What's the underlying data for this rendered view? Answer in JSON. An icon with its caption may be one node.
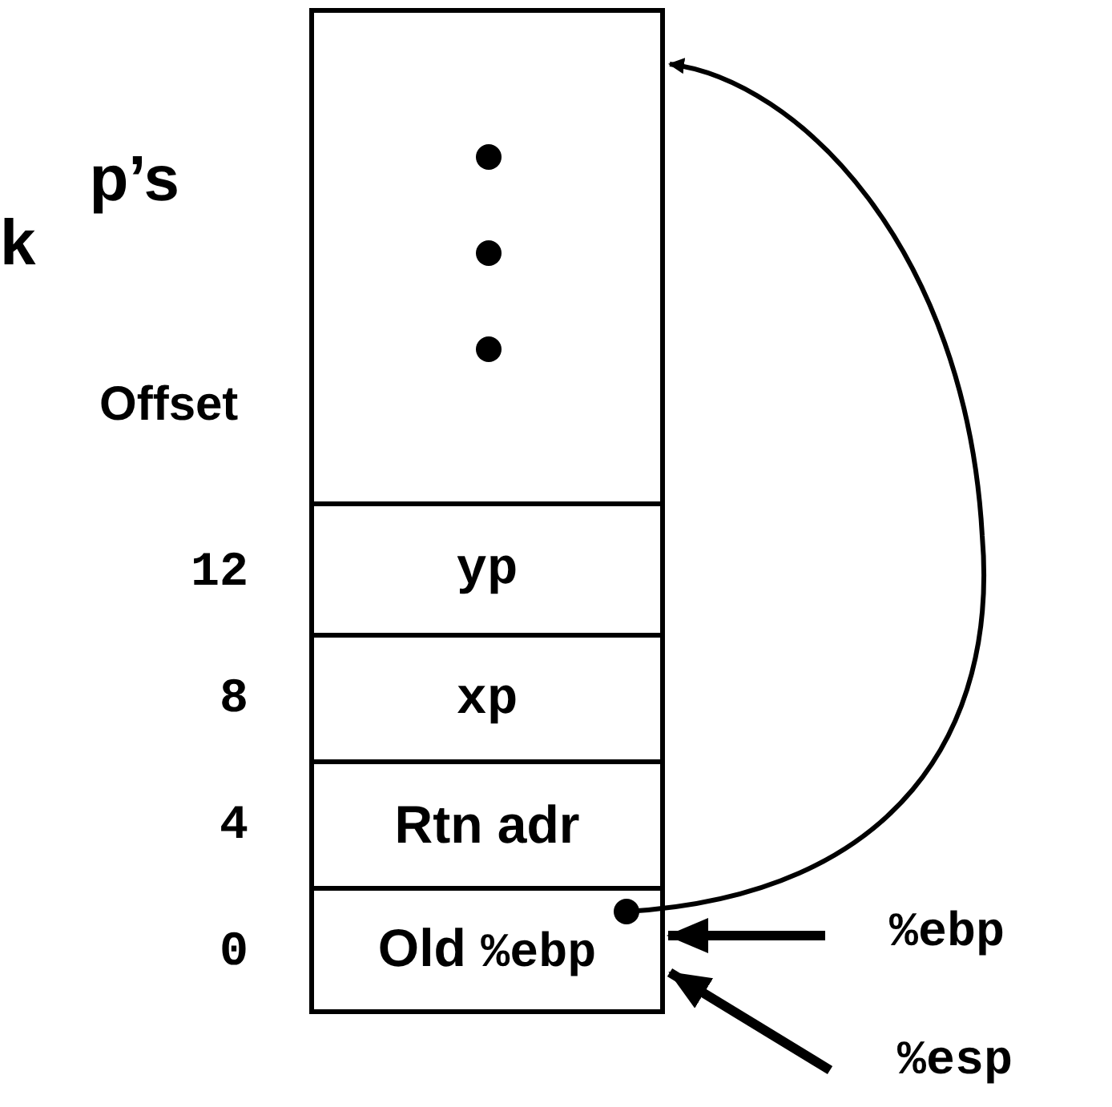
{
  "diagram": {
    "nodes": [
      {
        "text": [],
        "shape": "box"
      },
      {
        "text": [
          "yp"
        ]
      },
      {
        "text": [
          "xp"
        ]
      },
      {
        "text": [
          "Rtn adr"
        ]
      },
      {
        "text": [
          "Old %ebp"
        ]
      },
      {
        "text": [
          "%ebp"
        ]
      },
      {
        "text": [
          "%esp"
        ]
      }
    ],
    "edges": [
      {
        "from": 4,
        "to": 0,
        "arrow": "to"
      },
      {
        "from": 5,
        "to": 4,
        "arrow": "to"
      },
      {
        "from": 6,
        "to": 4,
        "arrow": "to"
      }
    ],
    "labels": [
      "p’s",
      "k",
      "Offset",
      "12",
      "8",
      "4",
      "0"
    ]
  }
}
